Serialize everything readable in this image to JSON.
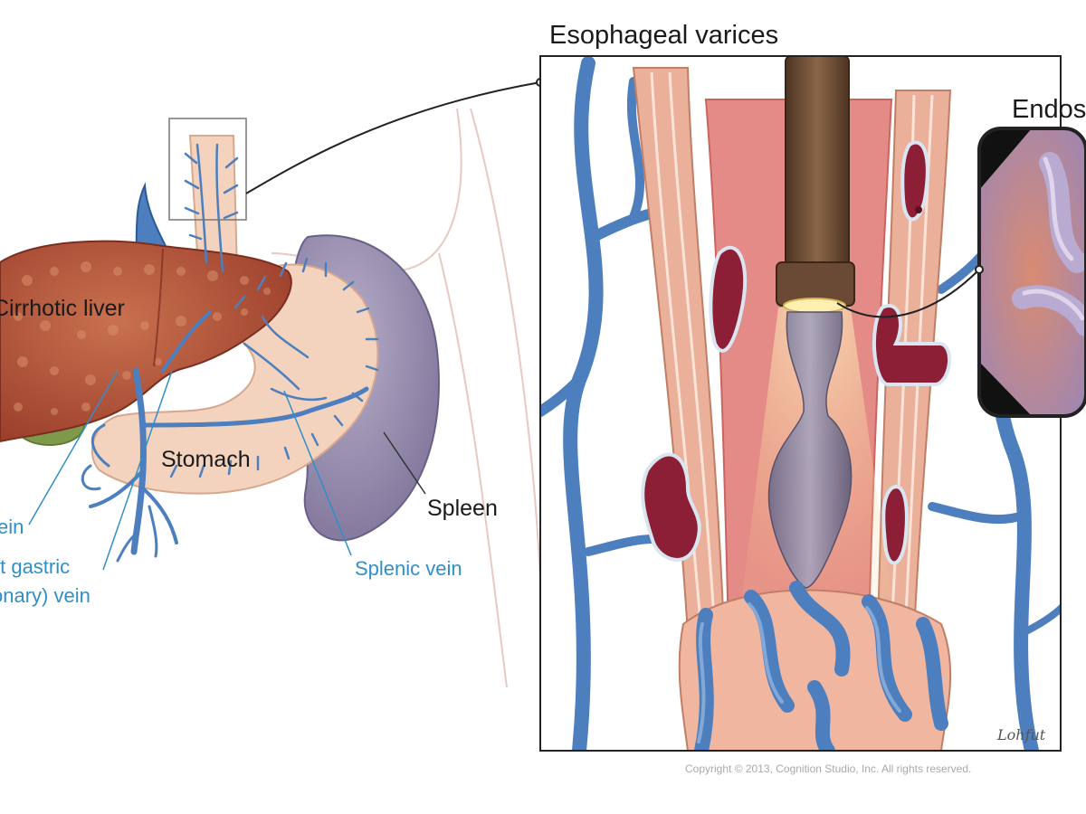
{
  "labels": {
    "liver": "Cirrhotic liver",
    "stomach": "Stomach",
    "spleen": "Spleen",
    "vein_partial": "ein",
    "left_gastric_line1": "ft gastric",
    "left_gastric_line2": "onary) vein",
    "splenic_vein": "Splenic vein",
    "inset_title": "Esophageal varices",
    "endoscopic_partial": "Endos",
    "signature": "Lohfut"
  },
  "copyright": "Copyright © 2013, Cognition Studio, Inc. All rights reserved.",
  "colors": {
    "liver": "#b5553d",
    "vein": "#4d7fbf",
    "vein_label": "#2f8fc9",
    "stomach": "#f3d3bd",
    "spleen": "#9a90b4",
    "esophagus_wall": "#e8a58c",
    "varix": "#8c1f35",
    "endoscope": "#6a4a35",
    "frame": "#222222",
    "copyright": "#a9a9a9"
  }
}
